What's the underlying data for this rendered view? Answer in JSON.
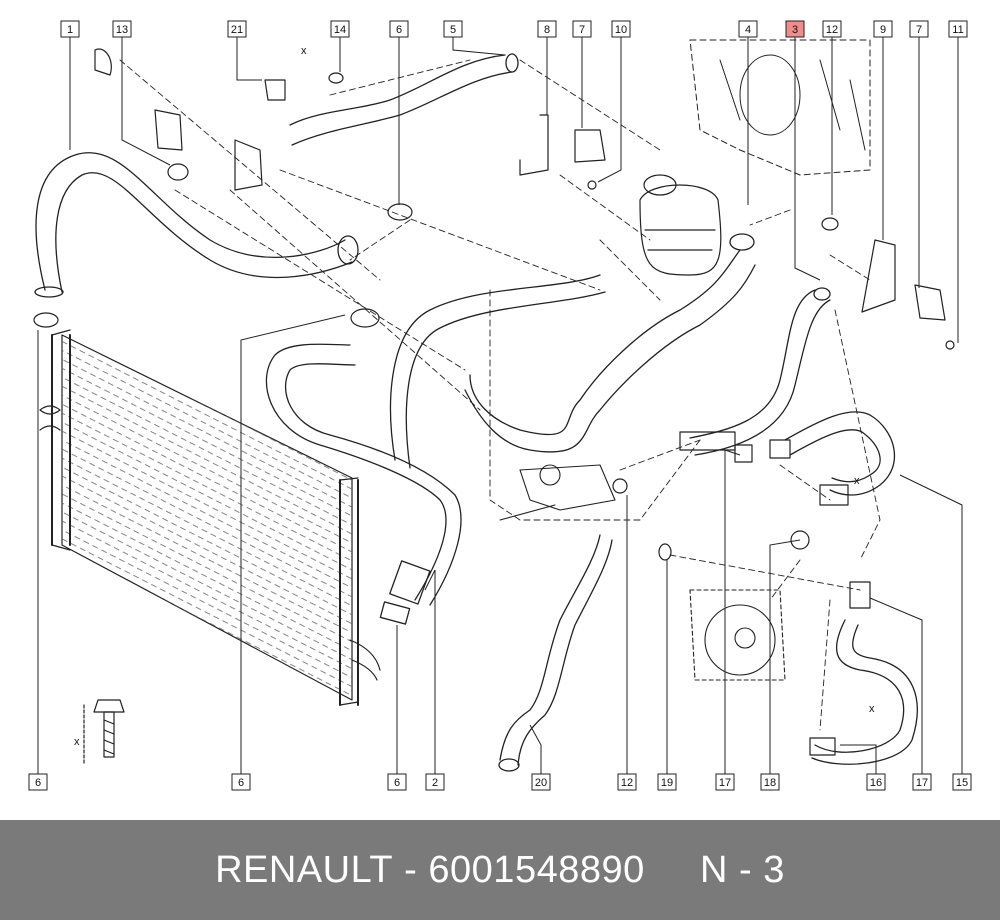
{
  "callouts": {
    "top": [
      "1",
      "13",
      "21",
      "14",
      "6",
      "5",
      "8",
      "7",
      "10",
      "4",
      "3",
      "12",
      "9",
      "7",
      "11"
    ],
    "bottom": [
      "6",
      "6",
      "6",
      "2",
      "20",
      "12",
      "19",
      "17",
      "18",
      "16",
      "17",
      "15"
    ]
  },
  "axis_marks": [
    "x",
    "x",
    "x",
    "x"
  ],
  "highlight_callout": "3",
  "colors": {
    "highlight": "#f28b8b",
    "footer_bg": "#7a7a7a",
    "footer_text": "#ffffff"
  },
  "footer": {
    "brand": "RENAULT",
    "separator1": " - ",
    "part_number": "6001548890",
    "spacer": "     ",
    "position_label": "N - 3"
  }
}
